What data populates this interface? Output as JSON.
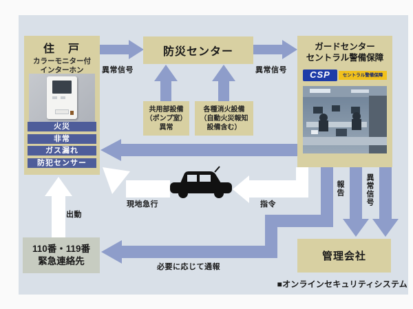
{
  "nodes": {
    "unit": {
      "title": "住　戸",
      "subtitle": "カラーモニター付\nインターホン",
      "sensors": [
        "火災",
        "非常",
        "ガス漏れ",
        "防犯センサー"
      ]
    },
    "bousai": {
      "title": "防災センター"
    },
    "guard": {
      "title_line1": "ガードセンター",
      "title_line2": "セントラル警備保障",
      "logo_text": "CSP",
      "logo_label": "セントラル警備保障"
    },
    "common_eq": {
      "lines": [
        "共用部設備",
        "（ポンプ室）",
        "異常"
      ]
    },
    "fire_eq": {
      "lines": [
        "各種消火設備",
        "（自動火災報知",
        "設備含む）"
      ]
    },
    "emergency": {
      "lines": [
        "110番・119番",
        "緊急連絡先"
      ]
    },
    "kanri": {
      "title": "管理会社"
    }
  },
  "labels": {
    "signal_left": "異常信号",
    "signal_right": "異常信号",
    "genchi": "現地急行",
    "shirei": "指令",
    "shutsudou": "出動",
    "tsuuhou": "必要に応じて通報",
    "houkoku": "報告",
    "signal_down": "異常信号",
    "caption": "■オンラインセキュリティシステム"
  },
  "colors": {
    "panel": "#d9e0e8",
    "box-beige": "#d8d0a2",
    "arrow-blue": "#8e9dca",
    "bar-navy": "#4e5d9a",
    "box-gray": "#c7ccc1",
    "csp-blue": "#1e3ca8",
    "csp-yellow": "#f1c11c",
    "text-dark": "#222222"
  }
}
